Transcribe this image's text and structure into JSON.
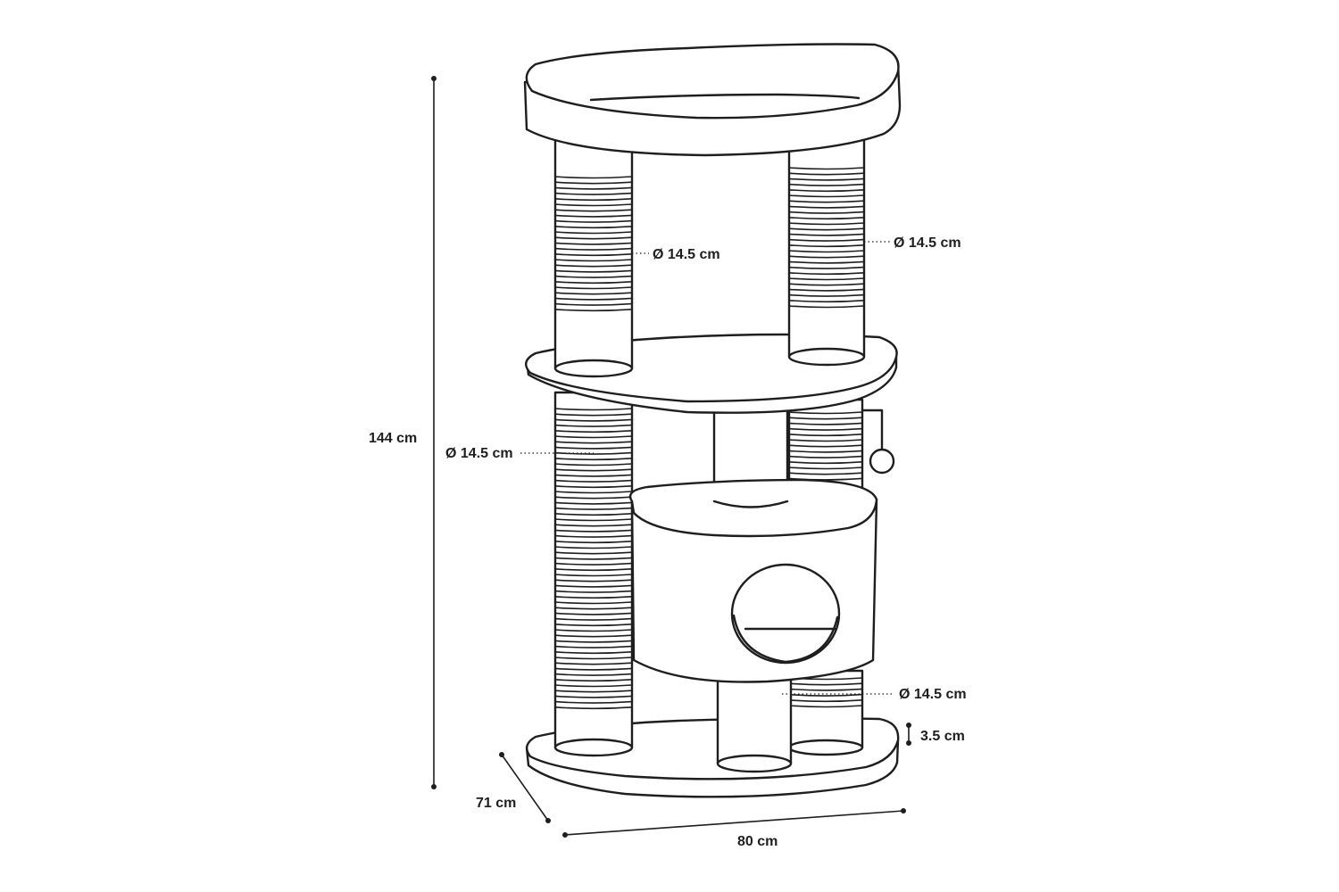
{
  "dimensions": {
    "height": "144 cm",
    "depth": "71 cm",
    "width": "80 cm",
    "base_thickness": "3.5 cm"
  },
  "post_diameters": {
    "top_left": "Ø 14.5 cm",
    "top_right": "Ø 14.5 cm",
    "middle_left": "Ø 14.5 cm",
    "bottom_right": "Ø 14.5 cm"
  },
  "colors": {
    "line": "#1e1e1e",
    "background": "#ffffff"
  }
}
